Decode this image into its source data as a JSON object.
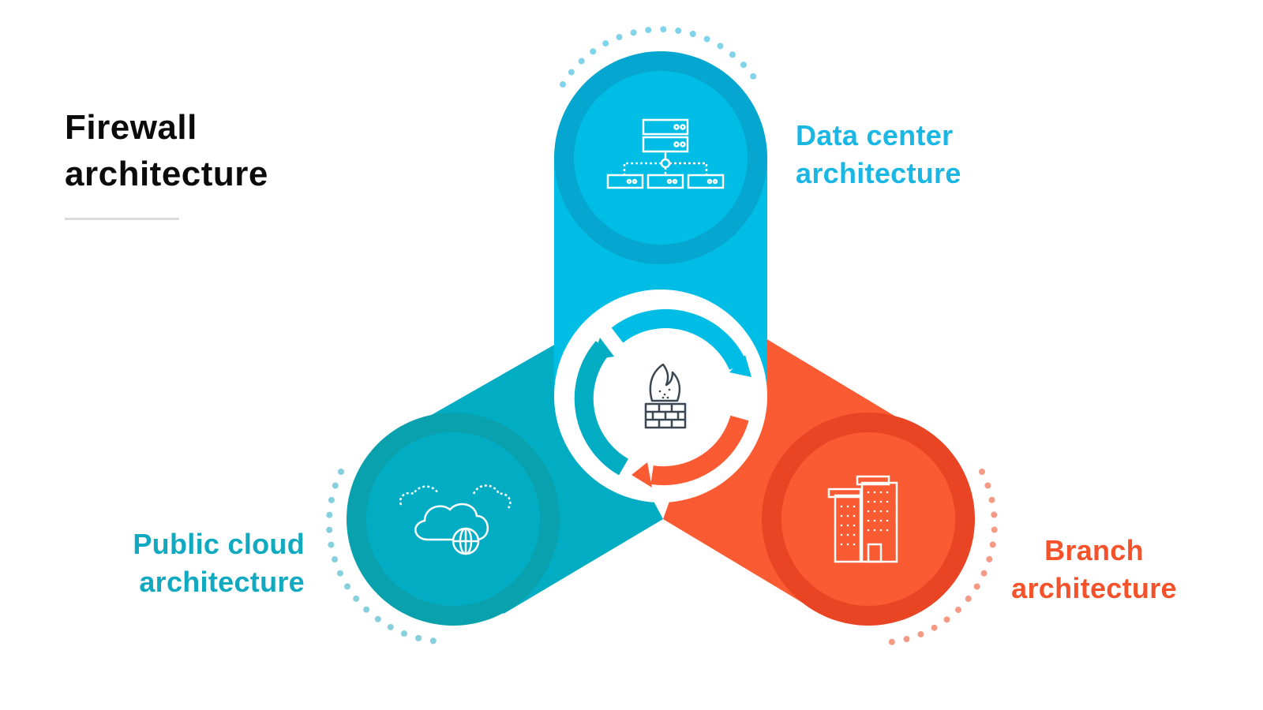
{
  "title": {
    "line1": "Firewall",
    "line2": "architecture"
  },
  "nodes": {
    "data_center": {
      "line1": "Data center",
      "line2": "architecture",
      "icon": "server-network-icon"
    },
    "public_cloud": {
      "line1": "Public cloud",
      "line2": "architecture",
      "icon": "cloud-globe-icon"
    },
    "branch": {
      "line1": "Branch",
      "line2": "architecture",
      "icon": "office-building-icon"
    },
    "center": {
      "icon": "firewall-icon"
    }
  },
  "colors": {
    "data_center": "#00bde6",
    "data_center_dark": "#05a6cf",
    "public_cloud": "#02adc3",
    "public_cloud_dark": "#09a1ad",
    "branch": "#fb5b32",
    "branch_dark": "#e94524",
    "dot_blue": "#7fd3ea",
    "dot_teal": "#86cfdd",
    "dot_orange": "#f59a84"
  }
}
